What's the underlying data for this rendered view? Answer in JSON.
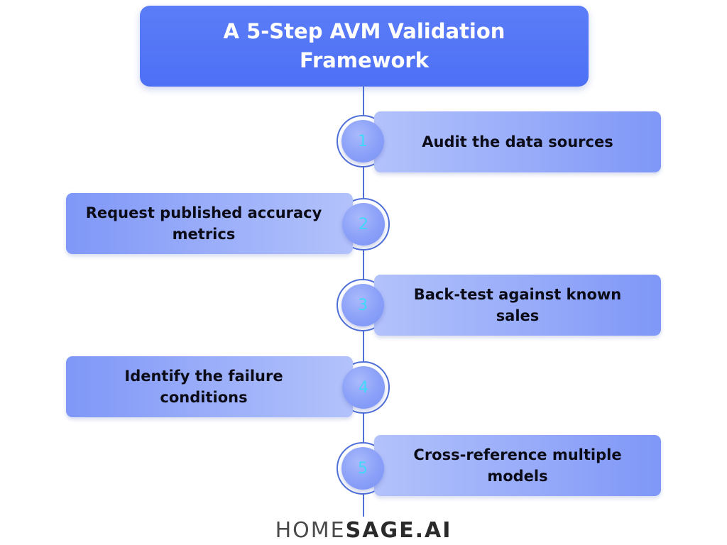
{
  "title": "A 5-Step AVM Validation Framework",
  "steps": [
    {
      "number": "1",
      "label": "Audit the data sources"
    },
    {
      "number": "2",
      "label": "Request published accuracy metrics"
    },
    {
      "number": "3",
      "label": "Back-test against known sales"
    },
    {
      "number": "4",
      "label": "Identify the failure conditions"
    },
    {
      "number": "5",
      "label": "Cross-reference multiple models"
    }
  ],
  "logo": {
    "part_light": "HOME",
    "part_bold": "SAGE.AI"
  },
  "colors": {
    "title_bg": "#4d70f5",
    "card_light": "#b3c2fb",
    "card_dark": "#7f97f7",
    "line": "#4f6fd8",
    "number": "#3fd8f8"
  }
}
